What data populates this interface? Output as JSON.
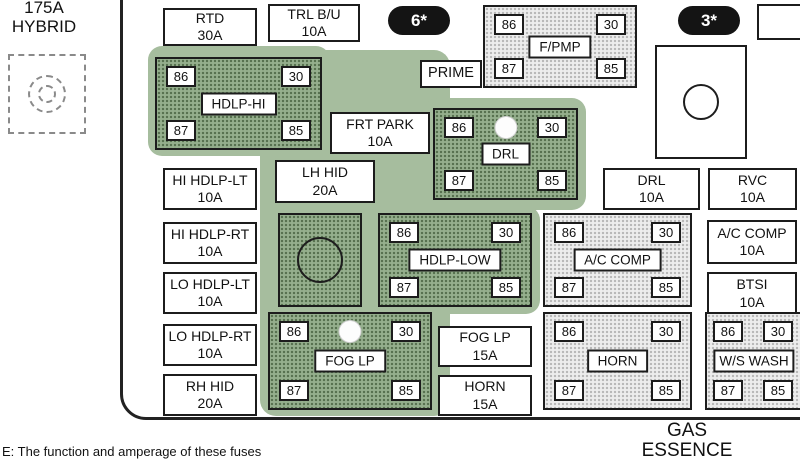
{
  "colors": {
    "highlight_green": "#a6bd9e",
    "relay_green": "#95af8d",
    "border": "#1c1c1c"
  },
  "corner_label": {
    "line1": "175A",
    "line2": "HYBRID"
  },
  "badges": [
    {
      "label": "6*"
    },
    {
      "label": "3*"
    }
  ],
  "prime_label": "PRIME",
  "fuses": [
    {
      "name": "rtd",
      "line1": "RTD",
      "line2": "30A"
    },
    {
      "name": "trl-bu",
      "line1": "TRL B/U",
      "line2": "10A"
    },
    {
      "name": "frt-park",
      "line1": "FRT PARK",
      "line2": "10A"
    },
    {
      "name": "lh-hid",
      "line1": "LH HID",
      "line2": "20A"
    },
    {
      "name": "hi-hdlp-lt",
      "line1": "HI HDLP-LT",
      "line2": "10A"
    },
    {
      "name": "hi-hdlp-rt",
      "line1": "HI HDLP-RT",
      "line2": "10A"
    },
    {
      "name": "lo-hdlp-lt",
      "line1": "LO HDLP-LT",
      "line2": "10A"
    },
    {
      "name": "lo-hdlp-rt",
      "line1": "LO HDLP-RT",
      "line2": "10A"
    },
    {
      "name": "rh-hid",
      "line1": "RH HID",
      "line2": "20A"
    },
    {
      "name": "drl",
      "line1": "DRL",
      "line2": "10A"
    },
    {
      "name": "rvc",
      "line1": "RVC",
      "line2": "10A"
    },
    {
      "name": "ac-comp",
      "line1": "A/C COMP",
      "line2": "10A"
    },
    {
      "name": "btsi",
      "line1": "BTSI",
      "line2": "10A"
    },
    {
      "name": "fog-lp",
      "line1": "FOG LP",
      "line2": "15A"
    },
    {
      "name": "horn",
      "line1": "HORN",
      "line2": "15A"
    }
  ],
  "relays": [
    {
      "name": "f-pmp",
      "label": "F/PMP",
      "pins": {
        "tl": "86",
        "tr": "30",
        "bl": "87",
        "br": "85"
      }
    },
    {
      "name": "hdlp-hi",
      "label": "HDLP-HI",
      "pins": {
        "tl": "86",
        "tr": "30",
        "bl": "87",
        "br": "85"
      }
    },
    {
      "name": "drl",
      "label": "DRL",
      "pins": {
        "tl": "86",
        "tr": "30",
        "bl": "87",
        "br": "85"
      }
    },
    {
      "name": "hdlp-low",
      "label": "HDLP-LOW",
      "pins": {
        "tl": "86",
        "tr": "30",
        "bl": "87",
        "br": "85"
      }
    },
    {
      "name": "ac-comp",
      "label": "A/C COMP",
      "pins": {
        "tl": "86",
        "tr": "30",
        "bl": "87",
        "br": "85"
      }
    },
    {
      "name": "fog-lp",
      "label": "FOG LP",
      "pins": {
        "tl": "86",
        "tr": "30",
        "bl": "87",
        "br": "85"
      }
    },
    {
      "name": "horn",
      "label": "HORN",
      "pins": {
        "tl": "86",
        "tr": "30",
        "bl": "87",
        "br": "85"
      }
    },
    {
      "name": "ws-wash",
      "label": "W/S WASH",
      "pins": {
        "tl": "86",
        "tr": "30",
        "bl": "87",
        "br": "85"
      }
    }
  ],
  "footnote": "E: The function and amperage of these fuses",
  "bottom_right": {
    "line1": "GAS",
    "line2": "ESSENCE"
  }
}
